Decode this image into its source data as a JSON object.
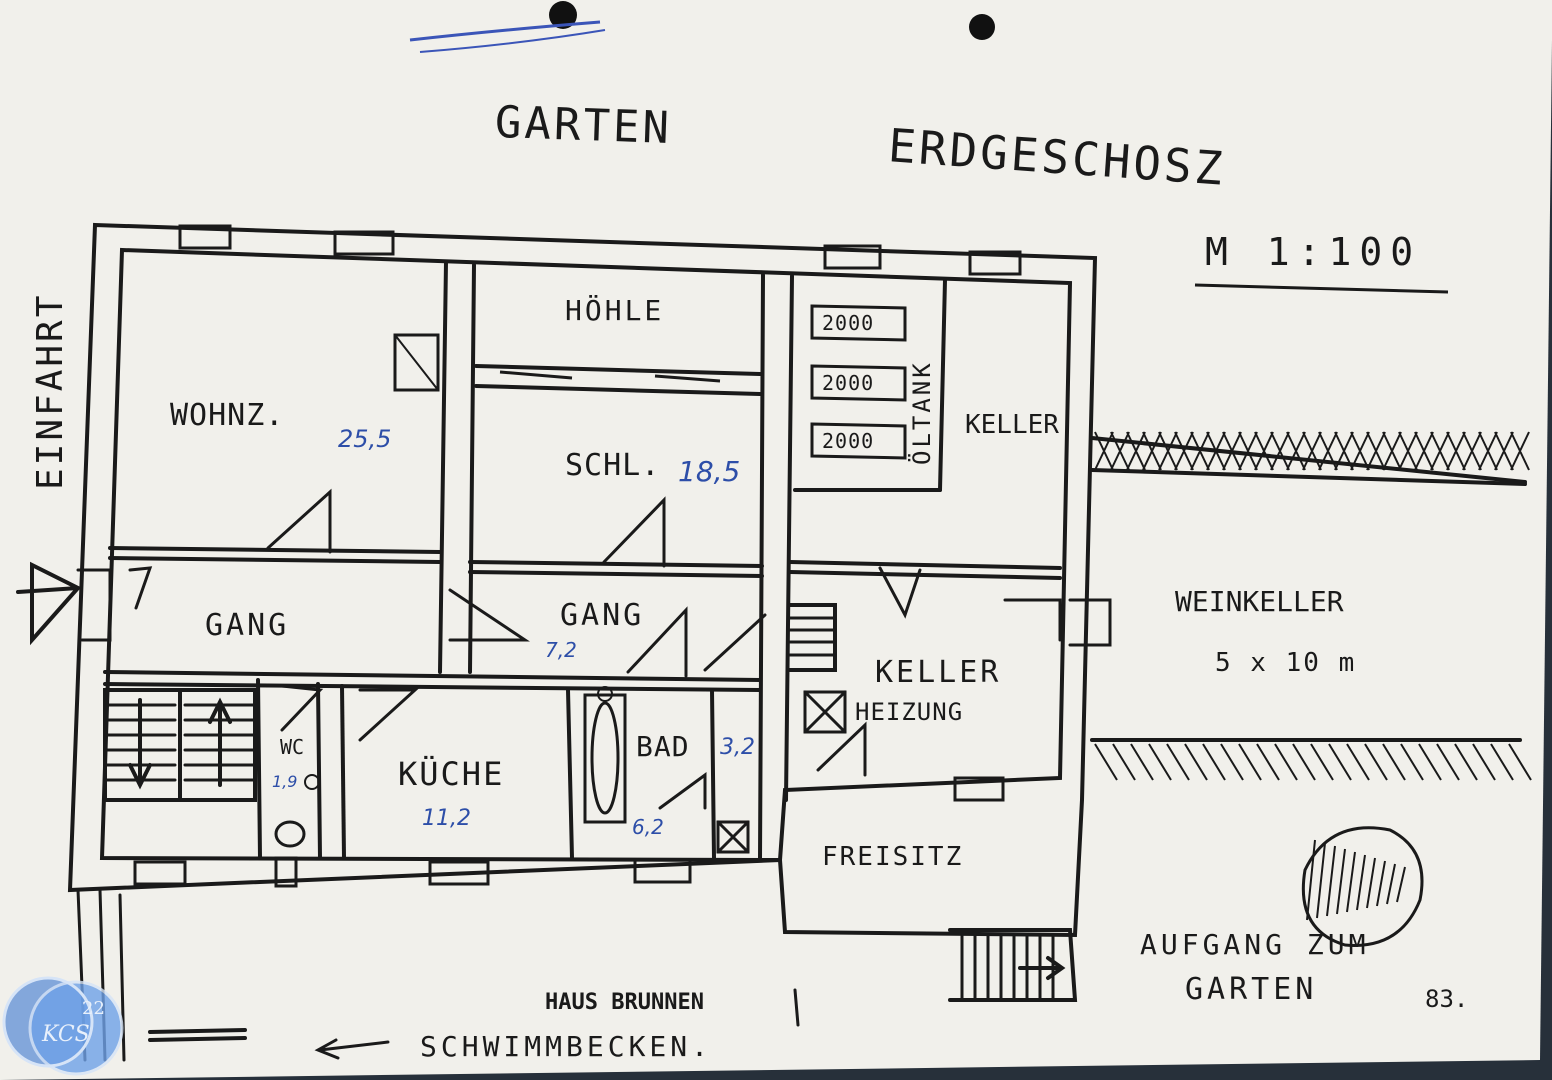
{
  "header": {
    "garten": "GARTEN",
    "floor": "ERDGESCHOSZ",
    "scale": "M 1:100"
  },
  "side": {
    "entrance": "EINFAHRT"
  },
  "rooms": {
    "wohnz": "WOHNZ.",
    "wohnz_area": "25,5",
    "hoehle": "HÖHLE",
    "schl": "SCHL.",
    "schl_area": "18,5",
    "oeltank": "ÖLTANK",
    "tank1": "2000",
    "tank2": "2000",
    "tank3": "2000",
    "keller_top": "KELLER",
    "gang_left": "GANG",
    "gang_mid": "GANG",
    "gang_mid_area": "7,2",
    "keller_heizung": "KELLER",
    "heizung": "HEIZUNG",
    "wc": "WC",
    "wc_area": "1,9",
    "kueche": "KÜCHE",
    "kueche_area": "11,2",
    "bad": "BAD",
    "bad_area": "3,2",
    "bad_area2": "6,2",
    "freisitz": "FREISITZ",
    "weinkeller": "WEINKELLER",
    "weinkeller_size": "5 x 10 m"
  },
  "notes": {
    "aufgang1": "AUFGANG ZUM",
    "aufgang2": "GARTEN",
    "brunnen": "HAUS BRUNNEN",
    "schwimm": "SCHWIMMBECKEN.",
    "signature_year": "83."
  },
  "watermark": {
    "number": "22",
    "initials": "KCS"
  },
  "colors": {
    "paper": "#f1f0eb",
    "ink": "#1a1a1a",
    "blue_ink": "#2d4ea8",
    "background": "#27303a"
  }
}
